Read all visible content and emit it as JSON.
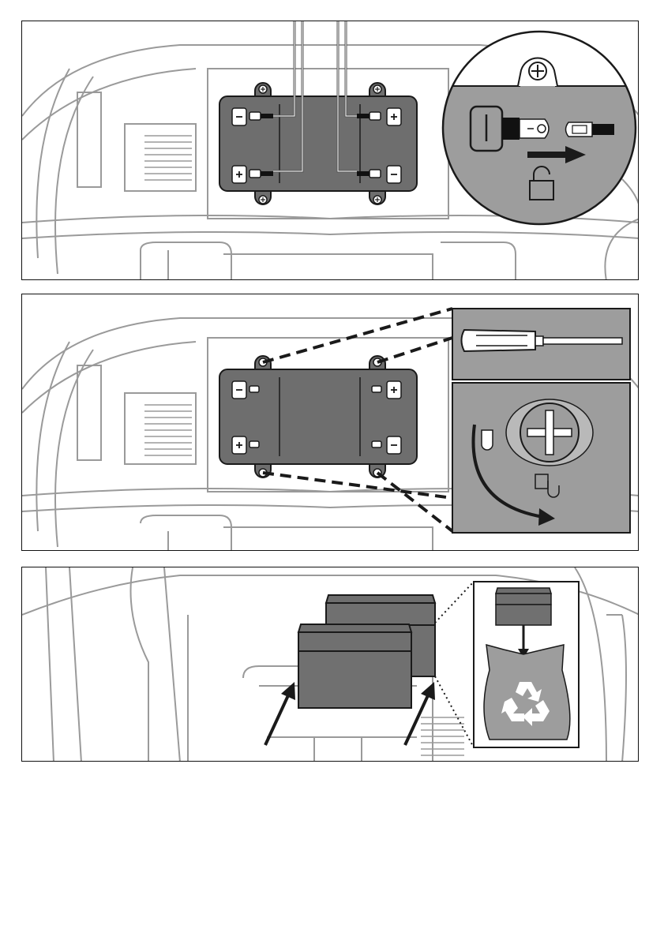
{
  "colors": {
    "outline": "#9a9a9a",
    "dark_outline": "#1a1a1a",
    "plate": "#6e6e6e",
    "callout": "#b9b9b9",
    "box": "#707070",
    "bag": "#9d9d9d",
    "arrow": "#1a1a1a"
  },
  "steps": [
    {
      "name": "disconnect-terminals",
      "icons": [
        "minus-terminal-icon",
        "cable-connector-icon",
        "unlock-icon",
        "pull-arrow-icon"
      ]
    },
    {
      "name": "remove-screws",
      "icons": [
        "screwdriver-icon",
        "screw-head-icon",
        "counterclockwise-arrow-icon",
        "unlocked-hook-icon"
      ]
    },
    {
      "name": "remove-and-recycle-batteries",
      "icons": [
        "battery-box-icon",
        "recycle-icon",
        "down-arrow-icon",
        "lift-arrow-icon"
      ]
    }
  ],
  "footer": {
    "text": ""
  }
}
